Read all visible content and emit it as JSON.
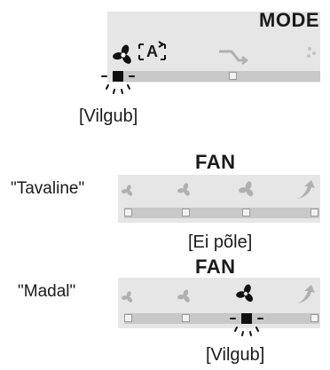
{
  "mode_panel": {
    "title": "MODE",
    "mode_label": "A",
    "status_caption": "[Vilgub]"
  },
  "fan_panel_normal": {
    "side_label": "\"Tavaline\"",
    "title": "FAN",
    "status_caption": "[Ei põle]"
  },
  "fan_panel_low": {
    "side_label": "\"Madal\"",
    "title": "FAN",
    "status_caption": "[Vilgub]"
  },
  "colors": {
    "panel_bg": "#e6e6e6",
    "track": "#c8c8c8",
    "icon_faded": "#b0b0b0",
    "active": "#111111"
  }
}
